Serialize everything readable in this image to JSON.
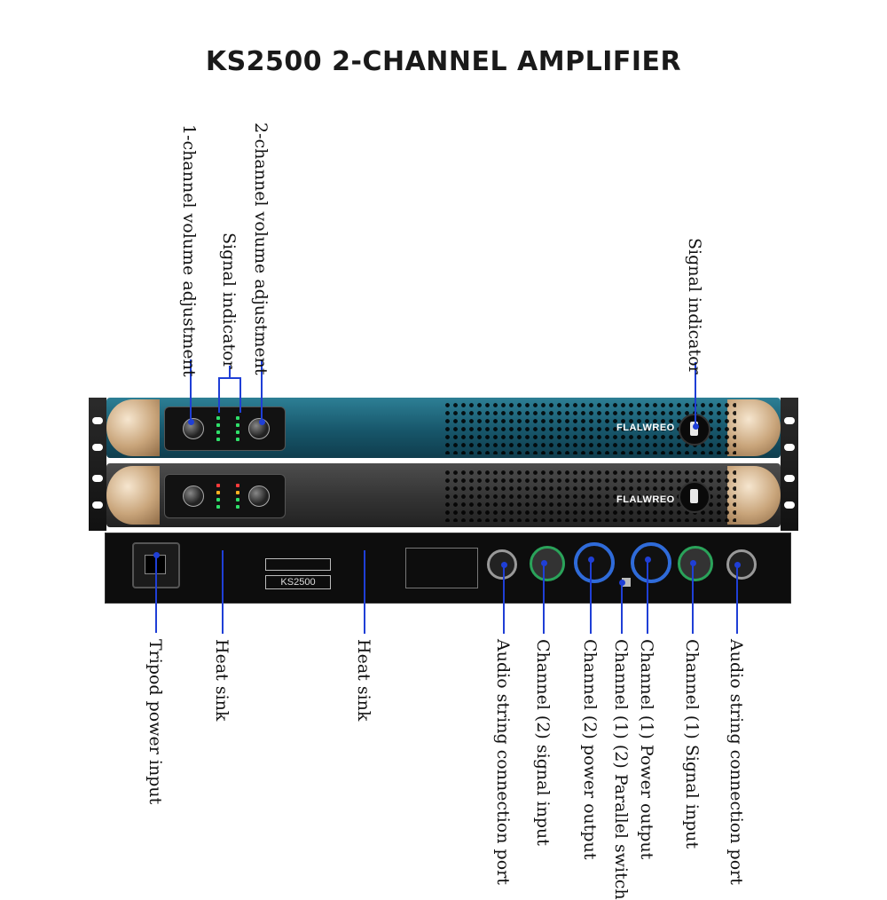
{
  "title": "KS2500 2-CHANNEL AMPLIFIER",
  "brand_text": "FLALWREO",
  "model_badge": "KS2500",
  "labels": {
    "ch1_volume": "1-channel volume adjustment",
    "signal_indicator_left": "Signal indicator",
    "ch2_volume": "2-channel volume adjustment",
    "signal_indicator_right": "Signal indicator",
    "tripod_power": "Tripod power input",
    "heat_sink_1": "Heat sink",
    "heat_sink_2": "Heat sink",
    "audio_string_left": "Audio string connection port",
    "ch2_signal_input": "Channel (2) signal input",
    "ch2_power_output": "Channel (2) power output",
    "parallel_switch": "Channel (1) (2) Parallel switch",
    "ch1_power_output": "Channel (1) Power output",
    "ch1_signal_input": "Channel (1) Signal input",
    "audio_string_right": "Audio string connection port"
  },
  "colors": {
    "callout_line": "#1f3fd6",
    "top_unit_body": "#1f5f73",
    "middle_unit_body": "#3a3a3a",
    "handle_gold": "#c9a57b"
  }
}
